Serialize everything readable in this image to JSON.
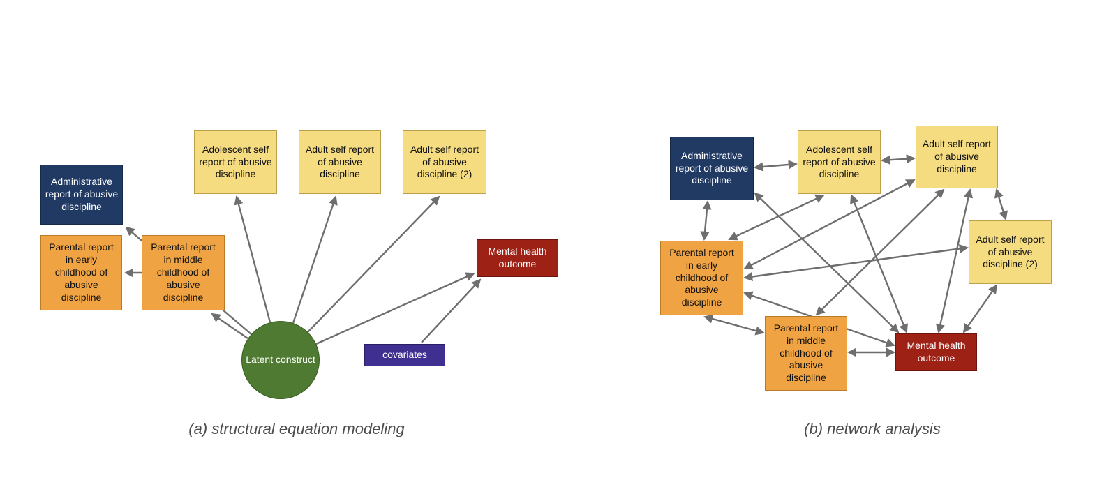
{
  "figure": {
    "description": "Two-panel diagram comparing structural equation modeling and network analysis of abusive discipline measures"
  },
  "labels": {
    "administrative": "Administrative report of abusive discipline",
    "adolescent": "Adolescent self report of abusive discipline",
    "adult_self": "Adult self report of abusive discipline",
    "adult_self_2": "Adult self report of abusive discipline (2)",
    "parental_early": "Parental report in early childhood of abusive discipline",
    "parental_middle": "Parental report in middle childhood of abusive discipline",
    "mental_health": "Mental health outcome",
    "latent": "Latent construct",
    "covariates": "covariates"
  },
  "captions": {
    "a": "(a) structural equation modeling",
    "b": "(b) network analysis"
  },
  "colors": {
    "navy": "#203a64",
    "yellow": "#f6dc81",
    "orange": "#f0a342",
    "red": "#9e2116",
    "purple": "#3e2f90",
    "green": "#4e7b31",
    "arrow": "#6e6e6e",
    "caption_text": "#4d4d4d"
  },
  "sem_edges": [
    {
      "from": "latent",
      "to": "administrative",
      "directed": true
    },
    {
      "from": "latent",
      "to": "parental_middle",
      "directed": true
    },
    {
      "from": "parental_middle",
      "to": "parental_early",
      "directed": true
    },
    {
      "from": "latent",
      "to": "adolescent",
      "directed": true
    },
    {
      "from": "latent",
      "to": "adult_self",
      "directed": true
    },
    {
      "from": "latent",
      "to": "adult_self_2",
      "directed": true
    },
    {
      "from": "latent",
      "to": "mental_health",
      "directed": true
    },
    {
      "from": "covariates",
      "to": "mental_health",
      "directed": true
    }
  ],
  "network_edges": [
    {
      "a": "administrative",
      "b": "adolescent",
      "bidirectional": true
    },
    {
      "a": "adolescent",
      "b": "adult_self",
      "bidirectional": true
    },
    {
      "a": "adult_self",
      "b": "adult_self_2",
      "bidirectional": true
    },
    {
      "a": "administrative",
      "b": "parental_early",
      "bidirectional": true
    },
    {
      "a": "administrative",
      "b": "mental_health",
      "bidirectional": true
    },
    {
      "a": "parental_early",
      "b": "adolescent",
      "bidirectional": true
    },
    {
      "a": "parental_early",
      "b": "adult_self",
      "bidirectional": true
    },
    {
      "a": "parental_early",
      "b": "adult_self_2",
      "bidirectional": true
    },
    {
      "a": "parental_early",
      "b": "mental_health",
      "bidirectional": true
    },
    {
      "a": "parental_early",
      "b": "parental_middle",
      "bidirectional": true
    },
    {
      "a": "parental_middle",
      "b": "adult_self",
      "bidirectional": true
    },
    {
      "a": "parental_middle",
      "b": "mental_health",
      "bidirectional": true
    },
    {
      "a": "mental_health",
      "b": "adolescent",
      "bidirectional": true
    },
    {
      "a": "mental_health",
      "b": "adult_self",
      "bidirectional": true
    },
    {
      "a": "mental_health",
      "b": "adult_self_2",
      "bidirectional": true
    }
  ]
}
